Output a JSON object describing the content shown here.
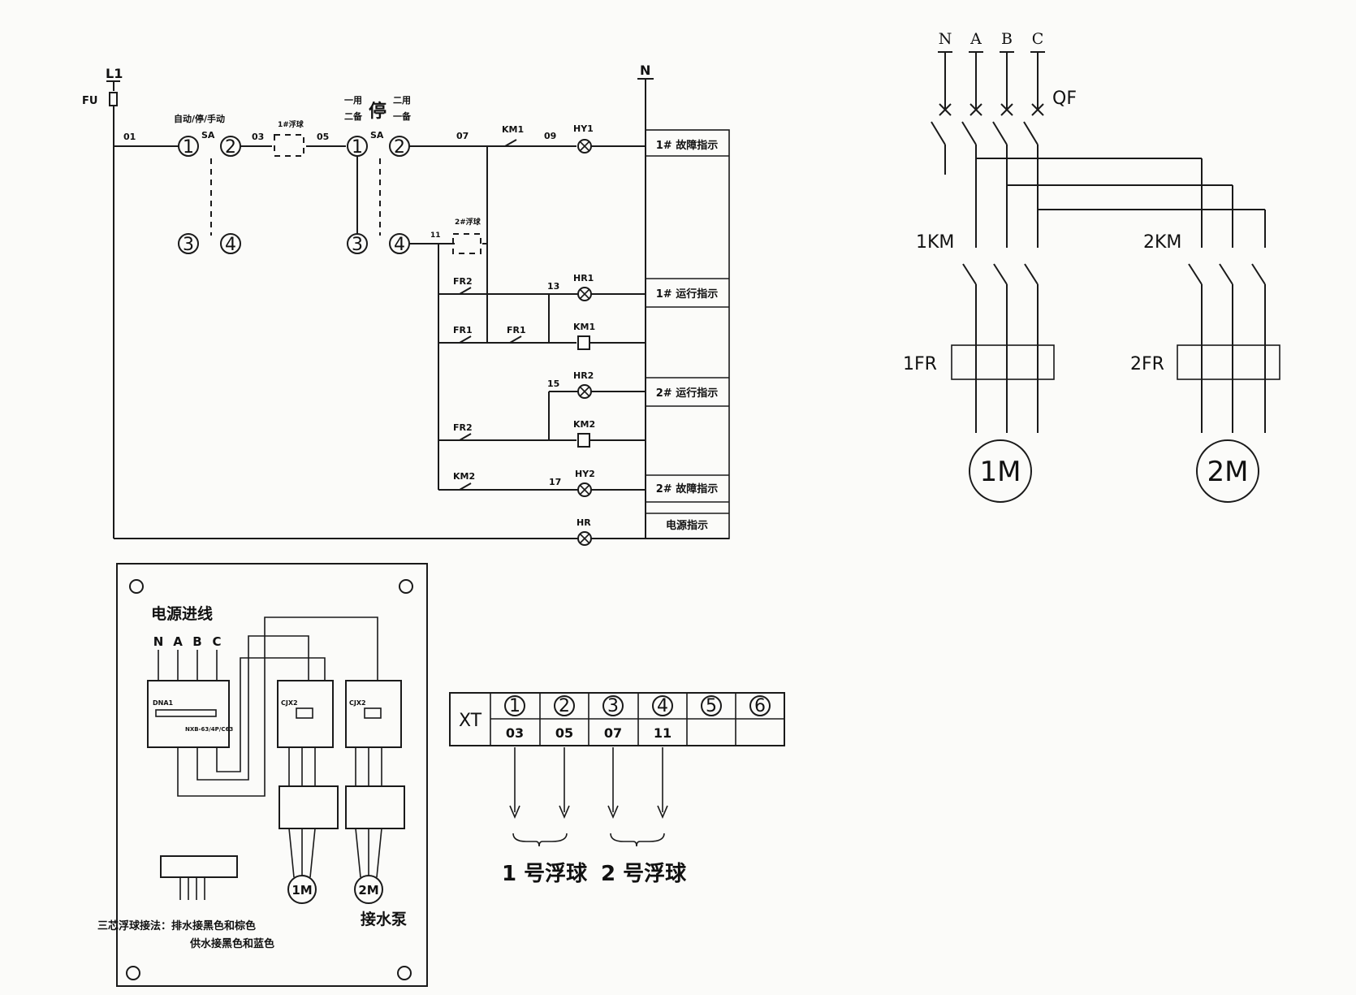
{
  "control": {
    "L1": "L1",
    "FU": "FU",
    "N": "N",
    "w01": "01",
    "w03": "03",
    "w05": "05",
    "w07": "07",
    "w09": "09",
    "w11": "11",
    "w13": "13",
    "w15": "15",
    "w17": "17",
    "sa1_label": "自动/停/手动",
    "sa_tag": "SA",
    "sa2_left": "一用\n二备",
    "sa2_mid": "停",
    "sa2_right": "二用\n一备",
    "float1": "1#浮球",
    "float2": "2#浮球",
    "km1_nc": "KM1",
    "km2_nc": "KM2",
    "fr2_a": "FR2",
    "fr1_a": "FR1",
    "fr1_b": "FR1",
    "fr2_b": "FR2",
    "hy1": "HY1",
    "hr1": "HR1",
    "km1_coil": "KM1",
    "hr2": "HR2",
    "km2_coil": "KM2",
    "hy2": "HY2",
    "hr": "HR",
    "terms": [
      "1",
      "2",
      "3",
      "4",
      "1",
      "2",
      "3",
      "4"
    ],
    "ind1": "1# 故障指示",
    "ind2": "1# 运行指示",
    "ind3": "2# 运行指示",
    "ind4": "2# 故障指示",
    "ind5": "电源指示"
  },
  "power": {
    "phases": [
      "N",
      "A",
      "B",
      "C"
    ],
    "qf": "QF",
    "km1": "1KM",
    "km2": "2KM",
    "fr1": "1FR",
    "fr2": "2FR",
    "m1": "1M",
    "m2": "2M"
  },
  "wiring": {
    "title": "电源进线",
    "phases": [
      "N",
      "A",
      "B",
      "C"
    ],
    "breaker": "DNA1",
    "breaker_model": "NXB-63/4P/C63",
    "cont1": "CJX2",
    "cont2": "CJX2",
    "m1": "1M",
    "m2": "2M",
    "pump": "接水泵",
    "note1": "三芯浮球接法：排水接黑色和棕色",
    "note2": "供水接黑色和蓝色"
  },
  "xt": {
    "name": "XT",
    "nums": [
      "1",
      "2",
      "3",
      "4",
      "5",
      "6"
    ],
    "wires": [
      "03",
      "05",
      "07",
      "11",
      "",
      ""
    ],
    "float1": "1 号浮球",
    "float2": "2 号浮球"
  }
}
